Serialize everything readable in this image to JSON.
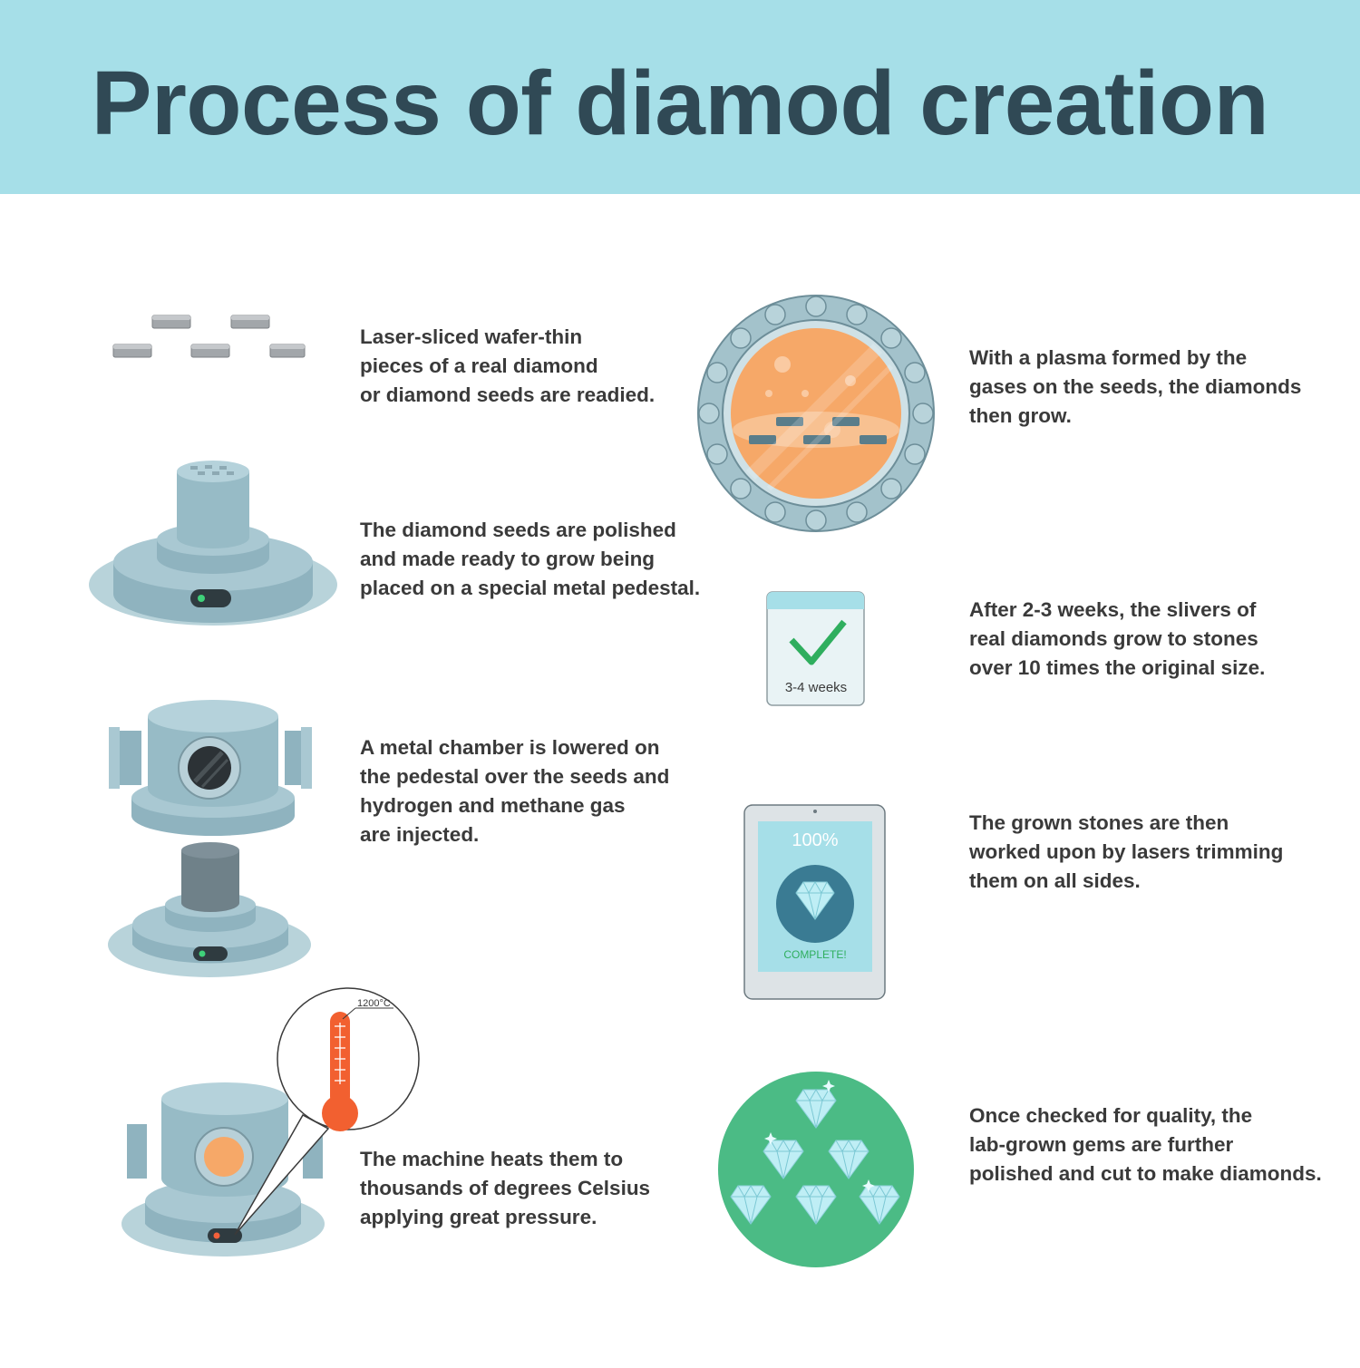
{
  "title": "Process of diamod creation",
  "steps": [
    {
      "text": "Laser-sliced wafer-thin\npieces of a real diamond\nor diamond seeds are readied."
    },
    {
      "text": "The diamond seeds are polished\nand made ready to grow being\nplaced on a special metal pedestal."
    },
    {
      "text": "A metal chamber is lowered on\nthe pedestal over the seeds and\nhydrogen and methane gas\nare injected."
    },
    {
      "text": "The machine heats them to\nthousands of degrees Celsius\napplying great pressure."
    },
    {
      "text": "With a plasma formed by the\ngases on the seeds, the diamonds\nthen grow."
    },
    {
      "text": "After 2-3 weeks, the slivers of\nreal diamonds grow to stones\nover 10 times the original size."
    },
    {
      "text": "The grown stones are then\nworked upon by lasers trimming\nthem on all sides."
    },
    {
      "text": "Once checked for quality, the\nlab-grown gems are further\npolished and cut to make diamonds."
    }
  ],
  "illustrations": {
    "thermometer_label": "1200°C",
    "calendar_label": "3-4 weeks",
    "tablet_percent": "100%",
    "tablet_status": "COMPLETE!"
  },
  "colors": {
    "header_bg": "#a6dfe8",
    "title": "#304955",
    "metal": "#97bdc8",
    "metal_dark": "#6f97a3",
    "orange": "#f6a868",
    "hot": "#f26030",
    "green_check": "#2fae5e",
    "gem_circle": "#4bbb85"
  }
}
